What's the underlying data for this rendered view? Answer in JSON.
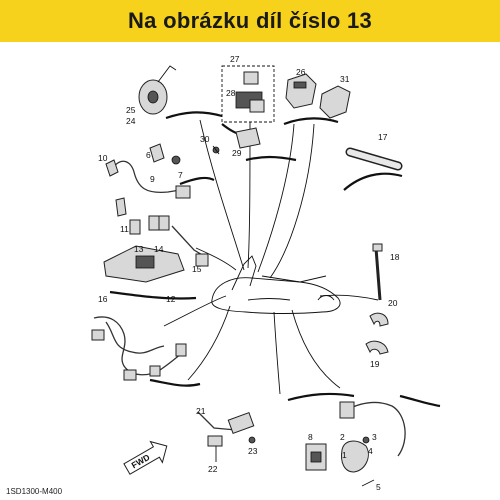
{
  "banner": {
    "title": "Na obrázku díl číslo 13",
    "color": "#f7d21c"
  },
  "diagram": {
    "drawing_code": "1SD1300-M400",
    "fwd_label": "FWD",
    "callouts": [
      "1",
      "2",
      "3",
      "4",
      "5",
      "6",
      "7",
      "8",
      "9",
      "10",
      "11",
      "12",
      "13",
      "14",
      "15",
      "16",
      "17",
      "18",
      "19",
      "20",
      "21",
      "22",
      "23",
      "24",
      "25",
      "26",
      "27",
      "28",
      "29",
      "30",
      "31"
    ]
  }
}
